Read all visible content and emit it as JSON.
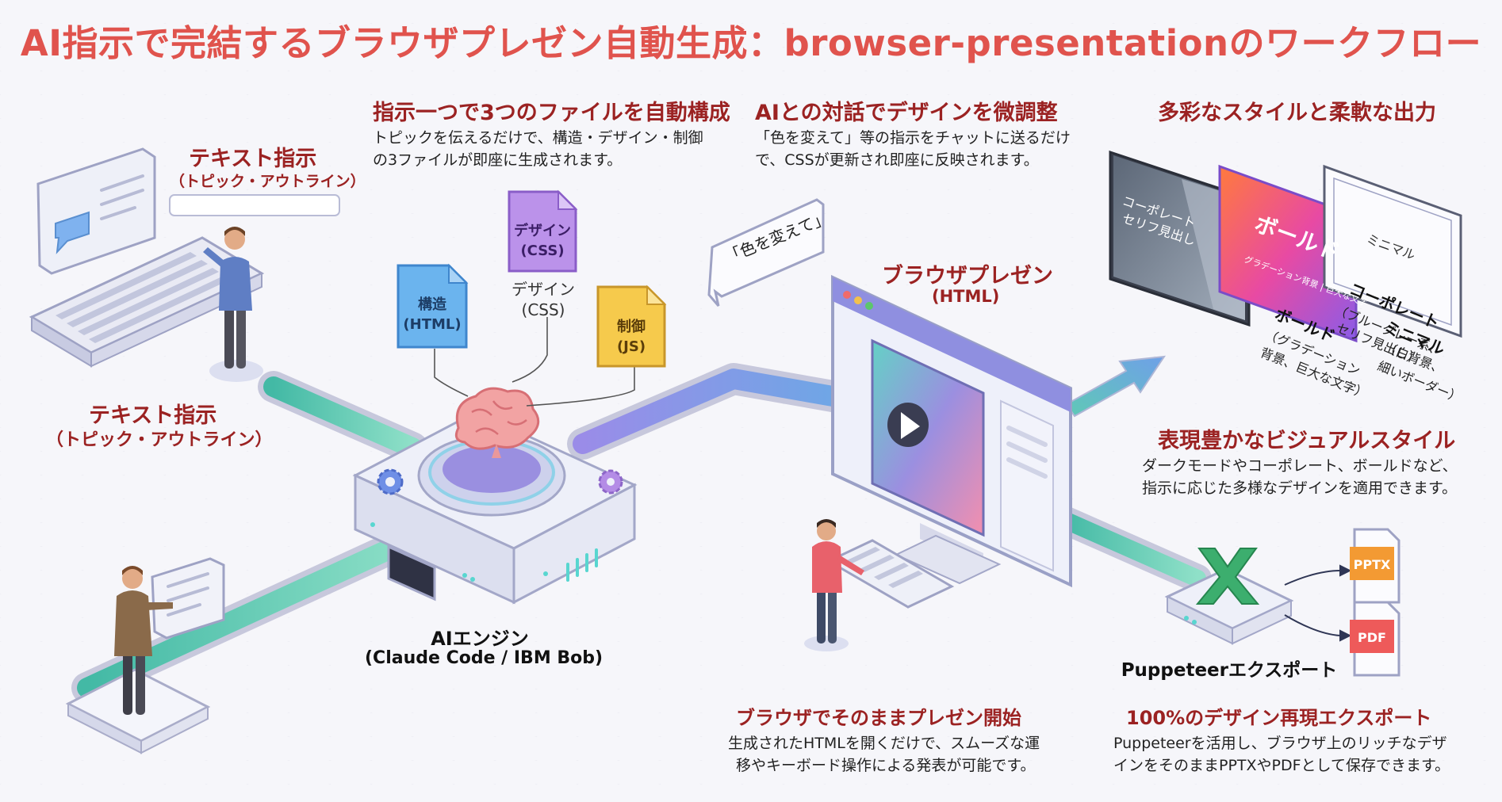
{
  "title": "AI指示で完結するブラウザプレゼン自動生成：browser-presentationのワークフロー",
  "input": {
    "label_top": "テキスト指示",
    "label_top_sub": "（トピック・アウトライン）",
    "label_bottom": "テキスト指示",
    "label_bottom_sub": "（トピック・アウトライン）"
  },
  "section_files": {
    "heading": "指示一つで3つのファイルを自動構成",
    "desc_line1": "トピックを伝えるだけで、構造・デザイン・制御",
    "desc_line2": "の3ファイルが即座に生成されます。"
  },
  "files": {
    "html_line1": "構造",
    "html_line2": "(HTML)",
    "css_line1": "デザイン",
    "css_line2": "(CSS)",
    "css_caption_line1": "デザイン",
    "css_caption_line2": "(CSS)",
    "js_line1": "制御",
    "js_line2": "(JS)"
  },
  "section_chat": {
    "heading": "AIとの対話でデザインを微調整",
    "desc_line1": "「色を変えて」等の指示をチャットに送るだけ",
    "desc_line2": "で、CSSが更新され即座に反映されます。",
    "bubble": "「色を変えて」"
  },
  "engine": {
    "label": "AIエンジン",
    "sub": "(Claude Code / IBM Bob)"
  },
  "browser": {
    "label": "ブラウザプレゼン",
    "sub": "(HTML)"
  },
  "section_styles": {
    "heading": "多彩なスタイルと柔軟な出力",
    "card1_text_line1": "コーポレート",
    "card1_text_line2": "セリフ見出し",
    "card2_text": "ボールド",
    "card2_small": "グラデーション背景 | 巨大な文字",
    "card3_text": "ミニマル",
    "card1_label_line1": "コーポレート",
    "card1_label_line2": "（ブルーグレー系、",
    "card1_label_line3": "セリフ見出し）",
    "card2_label_line1": "ボールド",
    "card2_label_line2": "（グラデーション",
    "card2_label_line3": "背景、巨大な文字）",
    "card3_label_line1": "ミニマル",
    "card3_label_line2": "（白背景、",
    "card3_label_line3": "細いボーダー）"
  },
  "section_visual": {
    "heading": "表現豊かなビジュアルスタイル",
    "desc_line1": "ダークモードやコーポレート、ボールドなど、",
    "desc_line2": "指示に応じた多様なデザインを適用できます。"
  },
  "section_present": {
    "heading": "ブラウザでそのままプレゼン開始",
    "desc_line1": "生成されたHTMLを開くだけで、スムーズな運",
    "desc_line2": "移やキーボード操作による発表が可能です。"
  },
  "export": {
    "label": "Puppeteerエクスポート",
    "pptx": "PPTX",
    "pdf": "PDF"
  },
  "section_export": {
    "heading": "100%のデザイン再現エクスポート",
    "desc_line1": "Puppeteerを活用し、ブラウザ上のリッチなデザ",
    "desc_line2": "インをそのままPPTXやPDFとして保存できます。"
  },
  "colors": {
    "title": "#e0534d",
    "heading": "#9b2222",
    "html_file": "#5aaae8",
    "css_file": "#b589e6",
    "js_file": "#f5c84a",
    "pptx": "#f39a33",
    "pdf": "#ee5a5a",
    "export_x": "#3cae6e"
  },
  "icons": [
    "keyboard-icon",
    "chat-icon",
    "person-icon",
    "brain-icon",
    "gear-icon",
    "play-icon",
    "file-icon",
    "arrow-icon",
    "excel-x-icon"
  ]
}
